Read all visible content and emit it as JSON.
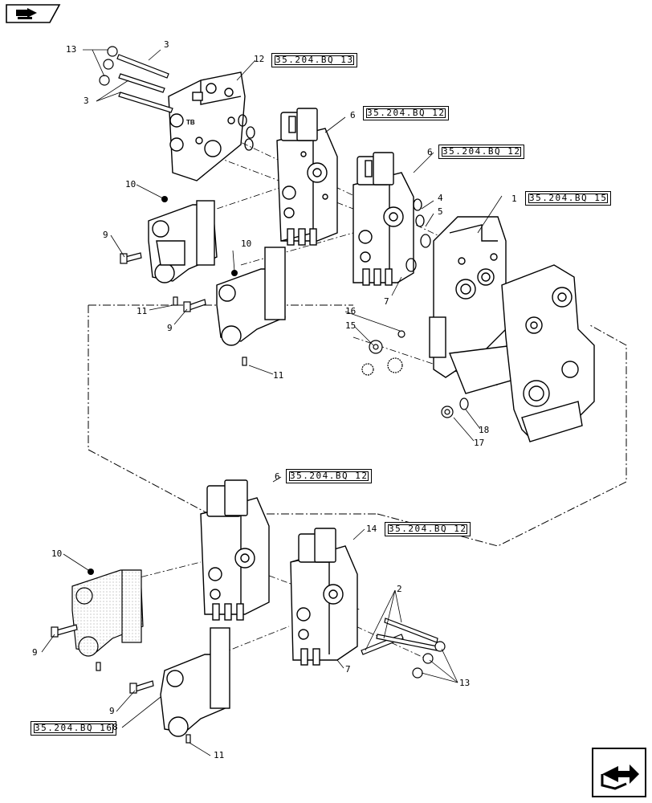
{
  "nav": {
    "back_icon": "book-back-arrow-icon",
    "next_icon": "next-page-arrow-icon"
  },
  "references": [
    "35.204.BQ 13",
    "35.204.BQ 12",
    "35.204.BQ 12",
    "35.204.BQ 15",
    "35.204.BQ 12",
    "35.204.BQ 12",
    "35.204.BQ 16"
  ],
  "callouts": {
    "c13a": "13",
    "c3a": "3",
    "c3b": "3",
    "c12": "12",
    "c6a": "6",
    "c6b": "6",
    "c1": "1",
    "c10a": "10",
    "c9a": "9",
    "c4": "4",
    "c5": "5",
    "c10b": "10",
    "c7a": "7",
    "c11a": "11",
    "c9b": "9",
    "c16": "16",
    "c15": "15",
    "c11b": "11",
    "c18": "18",
    "c17": "17",
    "c6c": "6",
    "c14": "14",
    "c2": "2",
    "c10c": "10",
    "c9c": "9",
    "c7b": "7",
    "c13b": "13",
    "c9d": "9",
    "c8": "8",
    "c11c": "11"
  }
}
